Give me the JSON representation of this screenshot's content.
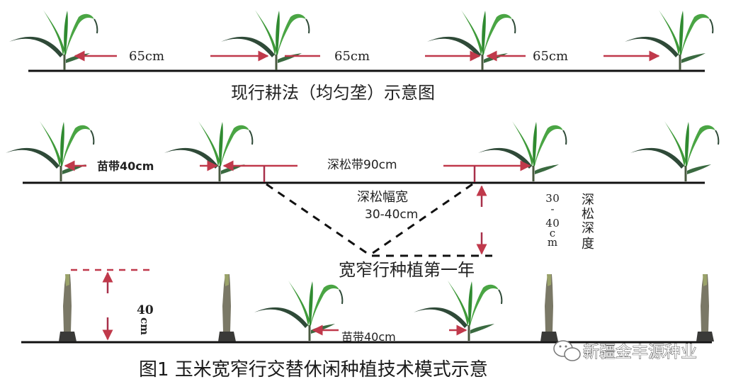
{
  "colors": {
    "ground": "#111111",
    "arrow": "#c0394b",
    "arrow_dark": "#a8304a",
    "leaf": "#3f9a3a",
    "leaf_dark": "#2f5a3a",
    "stubble": "#6d6a5a",
    "dash": "#111111",
    "text": "#222222"
  },
  "panel1": {
    "title": "现行耕法（均匀垄）示意图",
    "spacing_labels": [
      "65cm",
      "65cm",
      "65cm"
    ]
  },
  "panel2": {
    "seedling_band_label": "苗带40cm",
    "subsoil_band_label": "深松带90cm",
    "subsoil_width_label": "深松幅宽",
    "subsoil_width_value": "30-40cm",
    "depth_value_chars": [
      "3",
      "0",
      "-",
      "4",
      "0",
      "c",
      "m"
    ],
    "depth_label_chars": [
      "深",
      "松",
      "深",
      "度"
    ],
    "title": "宽窄行种植第一年"
  },
  "panel3": {
    "stubble_height_value": "40",
    "stubble_height_unit": "cm",
    "seedling_band_label": "苗带40cm"
  },
  "figure_caption": "图1  玉米宽窄行交替休闲种植技术模式示意",
  "watermark": {
    "icon": "wechat-icon",
    "text": "新疆金丰源种业"
  }
}
